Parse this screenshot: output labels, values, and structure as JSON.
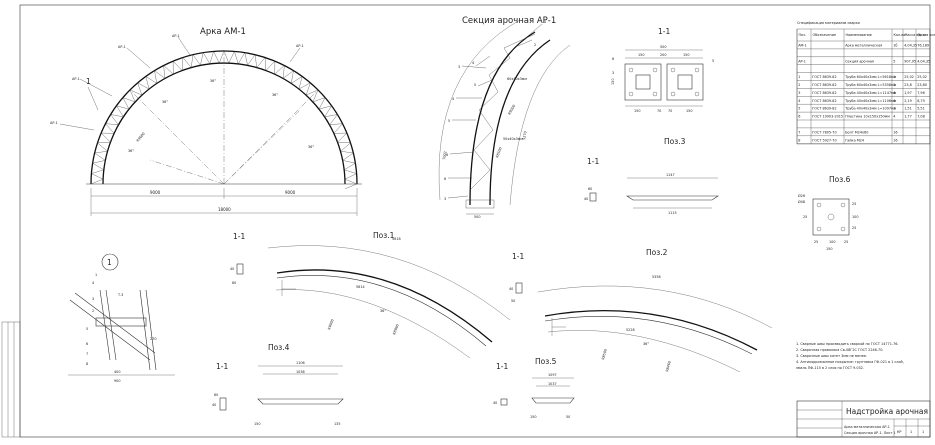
{
  "views": {
    "arch": {
      "title": "Арка АМ-1",
      "leader_labels": [
        "АР-1",
        "АР-1",
        "АР-1",
        "АР-1",
        "АР-1",
        "1"
      ],
      "angle_labels": [
        "36°",
        "36°",
        "36°",
        "36°",
        "36°"
      ],
      "radius": "R9000",
      "dims": {
        "left_half": "9000",
        "right_half": "9000",
        "total": "18000"
      }
    },
    "section": {
      "title": "Секция арочная АР-1",
      "pos_numbers": [
        "1",
        "2",
        "3",
        "4",
        "5",
        "6",
        "6",
        "3",
        "4",
        "5"
      ],
      "labels": [
        "60х40х3мм",
        "50х40х3мм",
        "R9000",
        "R8500",
        "5270",
        "7002",
        "500"
      ]
    },
    "cut_1_1_top": {
      "title": "1-1",
      "dims": [
        "500",
        "150",
        "200",
        "150",
        "150",
        "70",
        "70",
        "150",
        "150"
      ],
      "pos": [
        "6",
        "3",
        "5"
      ]
    },
    "poz3": {
      "title": "Поз.3",
      "cut": "1-1",
      "dims": [
        "1147",
        "1115",
        "40",
        "60"
      ]
    },
    "poz6": {
      "title": "Поз.6",
      "dims": [
        "Ø26",
        "Ø48",
        "150",
        "25",
        "25",
        "100",
        "25",
        "25",
        "100",
        "25"
      ]
    },
    "detail1": {
      "title": "1",
      "labels": [
        "1",
        "4",
        "3",
        "2",
        "5",
        "6",
        "7",
        "8",
        "Т.3",
        "270",
        "400",
        "900"
      ]
    },
    "poz1": {
      "title": "Поз.1",
      "cut": "1-1",
      "dims": [
        "5618",
        "5614",
        "R9000",
        "R8960",
        "36°",
        "40",
        "60"
      ]
    },
    "poz2": {
      "title": "Поз.2",
      "cut": "1-1",
      "dims": [
        "5358",
        "5228",
        "R8500",
        "R8460",
        "36°",
        "40",
        "50"
      ]
    },
    "poz4": {
      "title": "Поз.4",
      "cut": "1-1",
      "dims": [
        "1106",
        "1036",
        "150",
        "135",
        "40",
        "60"
      ]
    },
    "poz5": {
      "title": "Поз.5",
      "cut": "1-1",
      "dims": [
        "1097",
        "1037",
        "150",
        "50",
        "40"
      ]
    }
  },
  "spec": {
    "title": "Спецификация материалов сварки",
    "headers": [
      "Поз.",
      "Обозначение",
      "Наименование",
      "Кол-во",
      "Масса ед. кг",
      "Масса всего кг"
    ],
    "rows": [
      [
        "АМ-1",
        "",
        "Арка металлическая",
        "1б",
        "4,04,35",
        "76,189"
      ],
      [
        "",
        "",
        "",
        "",
        "",
        ""
      ],
      [
        "АР-1",
        "",
        "Секция арочная",
        "5",
        "907,95",
        "4,04,35"
      ],
      [
        "",
        "",
        "",
        "",
        "",
        ""
      ],
      [
        "1",
        "ГОСТ 8639-82",
        "Труба 60х40х3мм L=5618мм",
        "1",
        "25,02",
        "25,02"
      ],
      [
        "2",
        "ГОСТ 8639-82",
        "Труба 60х40х3мм L=5358мм",
        "1",
        "23,8",
        "23,80"
      ],
      [
        "3",
        "ГОСТ 8639-82",
        "Труба 40х40х3мм L=1147мм",
        "4",
        "1,97",
        "7,96"
      ],
      [
        "4",
        "ГОСТ 8639-82",
        "Труба 40х40х3мм L=1106мм",
        "4",
        "2,19",
        "8,79"
      ],
      [
        "5",
        "ГОСТ 8639-82",
        "Труба 40х40х3мм L=1097мм",
        "1",
        "1,51",
        "5,51"
      ],
      [
        "6",
        "ГОСТ 19903-2015",
        "Пластина 10х150х150мм",
        "4",
        "1,77",
        "7,08"
      ],
      [
        "",
        "",
        "",
        "",
        "",
        ""
      ],
      [
        "7",
        "ГОСТ 7805-70",
        "Болт М24х60",
        "16",
        "",
        ""
      ],
      [
        "8",
        "ГОСТ 5927-70",
        "Гайка М24",
        "16",
        "",
        ""
      ]
    ]
  },
  "notes": [
    "1. Сварные швы производить сваркой по ГОСТ 14771-76.",
    "2. Сварочная проволока Св-08Г2С ГОСТ 2246-70.",
    "3. Сварочные швы катет 3мм не менее.",
    "4. Антикоррозионное покрытие: грунтовка ГФ-021 в 1 слой,",
    "эмаль ПФ-115 в 2 слоя по ГОСТ 9.032."
  ],
  "title_block": {
    "name": "Надстройка арочная",
    "lines": [
      "Арка металлическая АР-1",
      "Секция арочная АР-1. Лист 1"
    ],
    "stage": "КР",
    "sheet": "1",
    "sheets": "1"
  }
}
